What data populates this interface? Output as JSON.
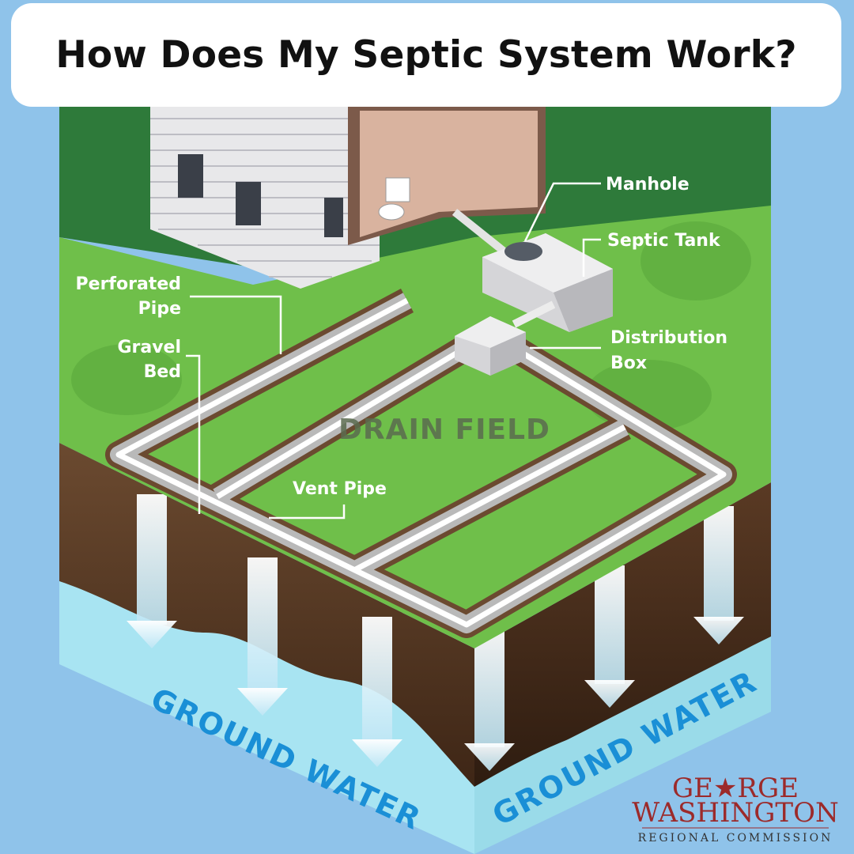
{
  "title": "How Does My Septic System Work?",
  "labels": {
    "manhole": "Manhole",
    "septic_tank": "Septic Tank",
    "distribution": "Distribution",
    "box": "Box",
    "perforated": "Perforated",
    "pipe": "Pipe",
    "gravel": "Gravel",
    "bed": "Bed",
    "vent_pipe": "Vent Pipe",
    "drain_field": "DRAIN FIELD",
    "ground_water_left": "GROUND WATER",
    "ground_water_right": "GROUND WATER"
  },
  "logo": {
    "line1": "GE★RGE",
    "line2": "WASHINGTON",
    "line3": "REGIONAL COMMISSION"
  },
  "colors": {
    "background": "#8fc3ea",
    "grass": "#6fbf4a",
    "soil": "#5a3a24",
    "water": "#a8e4f2",
    "ground_water_text": "#1a8fd6",
    "logo_red": "#9c2a2a"
  }
}
